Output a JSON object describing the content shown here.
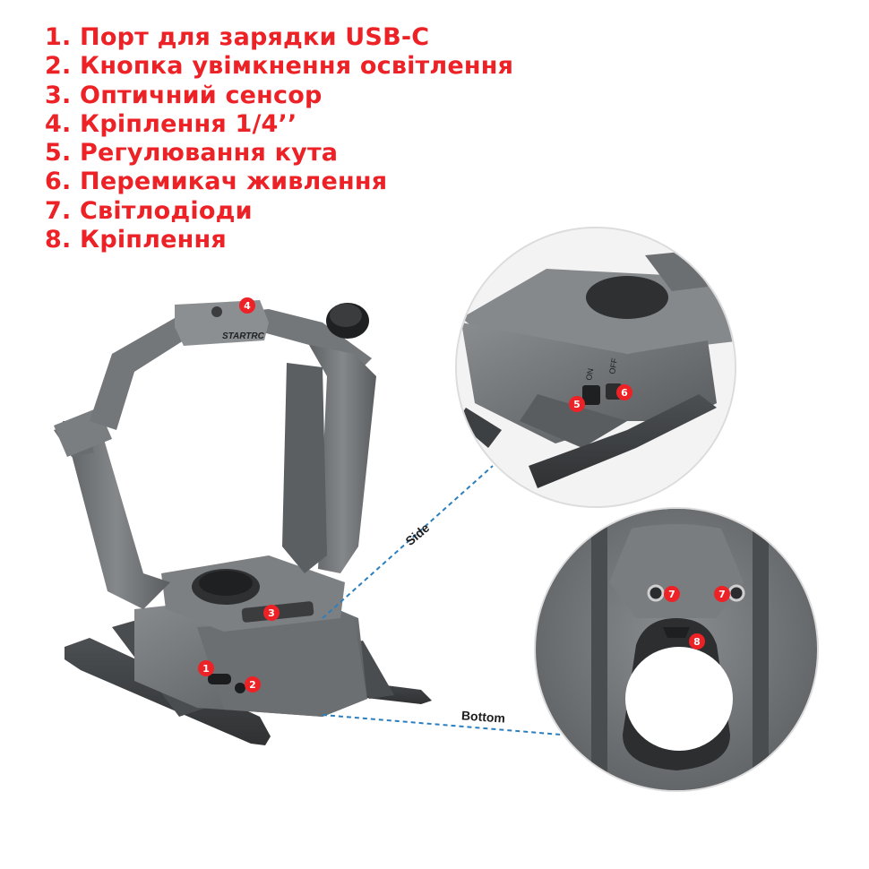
{
  "legend": {
    "items": [
      "1. Порт для зарядки USB-C",
      "2. Кнопка увімкнення освітлення",
      "3. Оптичний сенсор",
      "4. Кріплення 1/4’’",
      "5. Регулювання кута",
      "6. Перемикач живлення",
      "7. Світлодіоди",
      "8. Кріплення"
    ]
  },
  "labels": {
    "side": "Side",
    "bottom": "Bottom",
    "on": "ON",
    "off": "OFF",
    "brand": "STARTRC"
  },
  "badges": {
    "b1": "1",
    "b2": "2",
    "b3": "3",
    "b4": "4",
    "b5": "5",
    "b6": "6",
    "b7a": "7",
    "b7b": "7",
    "b8": "8"
  },
  "colors": {
    "accent_red": "#ec2227",
    "device_gray": "#6f7275",
    "callout_line": "#2b7fbf"
  }
}
